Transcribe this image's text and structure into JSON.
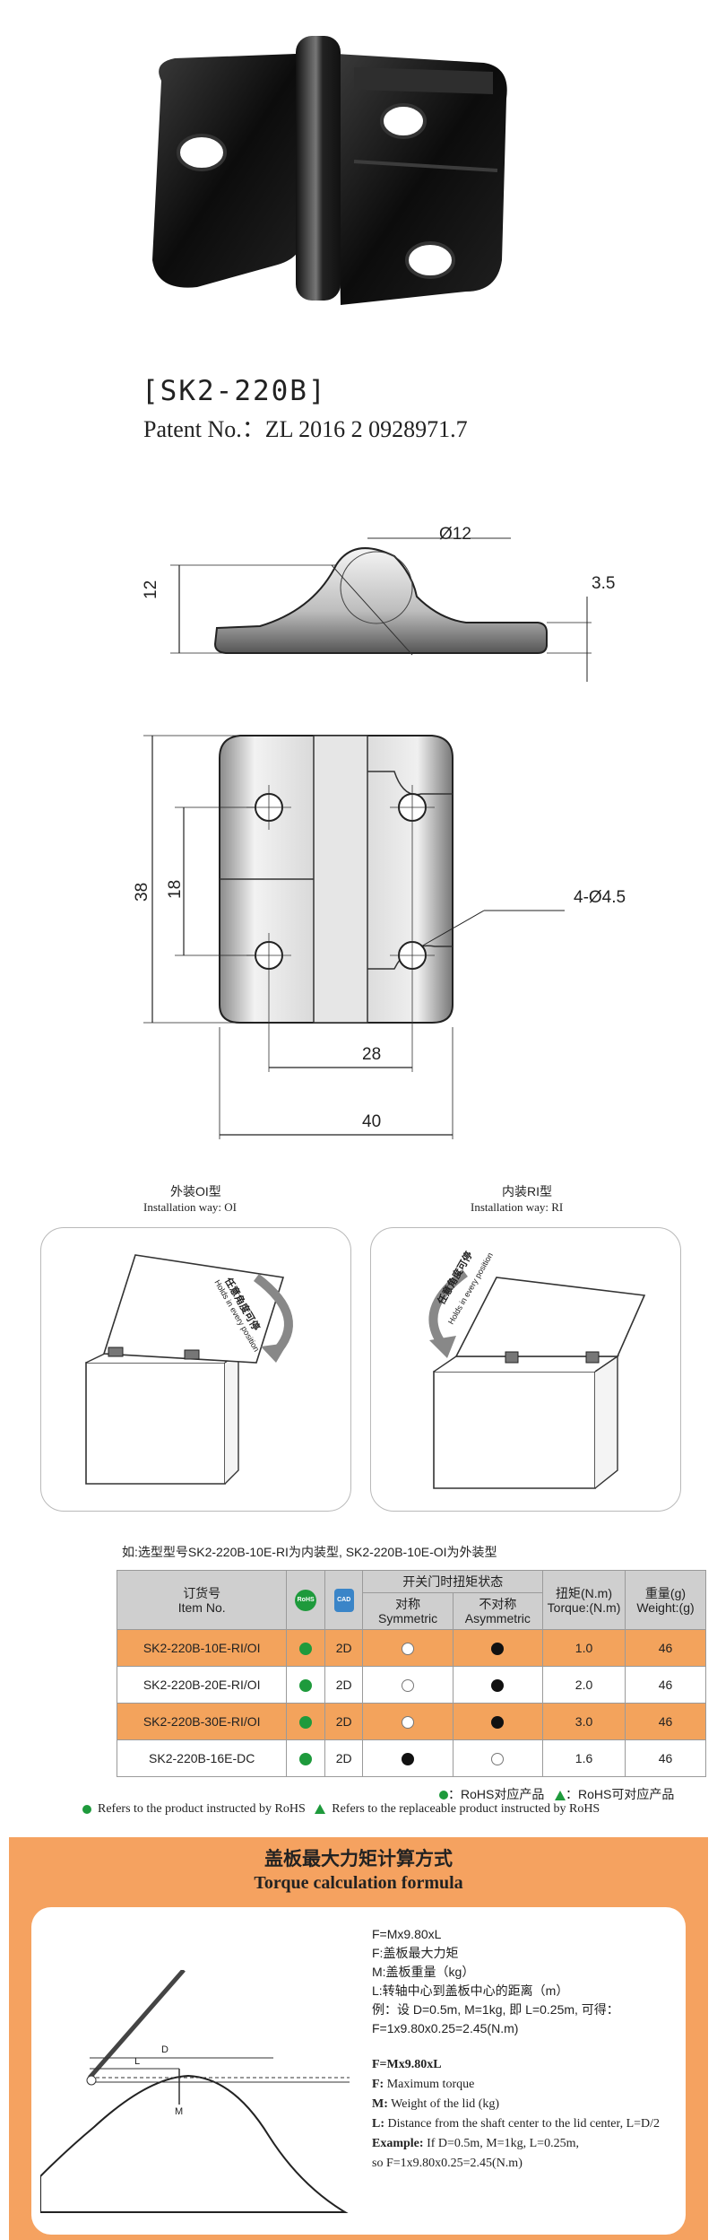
{
  "product": {
    "model": "[SK2-220B]",
    "patent": "Patent No.：ZL 2016 2 0928971.7"
  },
  "drawing": {
    "dim_diameter_pin": "Ø12",
    "dim_height": "12",
    "dim_plate": "3.5",
    "dim_total_height": "38",
    "dim_hole_spacing": "18",
    "dim_holes": "4-Ø4.5",
    "dim_hole_width": "28",
    "dim_total_width": "40"
  },
  "installation": {
    "oi_title_cn": "外装OI型",
    "oi_title_en": "Installation way:  OI",
    "ri_title_cn": "内装RI型",
    "ri_title_en": "Installation way:  RI",
    "hold_cn": "任意角度可停",
    "hold_en": "Holds in every position"
  },
  "spec_table": {
    "note": "如:选型型号SK2-220B-10E-RI为内装型, SK2-220B-10E-OI为外装型",
    "header": {
      "item_cn": "订货号",
      "item_en": "Item No.",
      "rohs_icon": "RoHS",
      "cad_icon": "CAD",
      "state_cn": "开关门时扭矩状态",
      "sym_cn": "对称",
      "sym_en": "Symmetric",
      "asym_cn": "不对称",
      "asym_en": "Asymmetric",
      "torque_cn": "扭矩(N.m)",
      "torque_en": "Torque:(N.m)",
      "weight_cn": "重量(g)",
      "weight_en": "Weight:(g)"
    },
    "rows": [
      {
        "item": "SK2-220B-10E-RI/OI",
        "cad": "2D",
        "torque": "1.0",
        "weight": "46"
      },
      {
        "item": "SK2-220B-20E-RI/OI",
        "cad": "2D",
        "torque": "2.0",
        "weight": "46"
      },
      {
        "item": "SK2-220B-30E-RI/OI",
        "cad": "2D",
        "torque": "3.0",
        "weight": "46"
      },
      {
        "item": "SK2-220B-16E-DC",
        "cad": "2D",
        "torque": "1.6",
        "weight": "46"
      }
    ],
    "legend_cn_rohs": "：RoHS对应产品",
    "legend_cn_replace": "：RoHS可对应产品",
    "legend_en_rohs": "Refers to the product instructed by RoHS",
    "legend_en_replace": "Refers to the replaceable product instructed by RoHS"
  },
  "formula": {
    "title_cn": "盖板最大力矩计算方式",
    "title_en": "Torque calculation formula",
    "cn_lines": [
      "F=Mx9.80xL",
      "F:盖板最大力矩",
      "M:盖板重量（kg）",
      "L:转轴中心到盖板中心的距离（m）",
      "例：设 D=0.5m, M=1kg, 即 L=0.25m, 可得：",
      "F=1x9.80x0.25=2.45(N.m)"
    ],
    "en_line1": "F=Mx9.80xL",
    "en_f_label": "F:",
    "en_f_text": " Maximum torque",
    "en_m_label": "M:",
    "en_m_text": " Weight of the lid (kg)",
    "en_l_label": "L:",
    "en_l_text": " Distance from the shaft center to the lid center, L=D/2",
    "en_ex_label": "Example:",
    "en_ex_text": " If D=0.5m, M=1kg, L=0.25m,",
    "en_last": "so F=1x9.80x0.25=2.45(N.m)",
    "label_d": "D",
    "label_l": "L",
    "label_m": "M"
  },
  "colors": {
    "orange": "#f5a260",
    "row_orange": "#f3a35c",
    "header_gray": "#cfcfcf",
    "rohs_green": "#1e9a3c",
    "cad_blue": "#3a85c8"
  }
}
